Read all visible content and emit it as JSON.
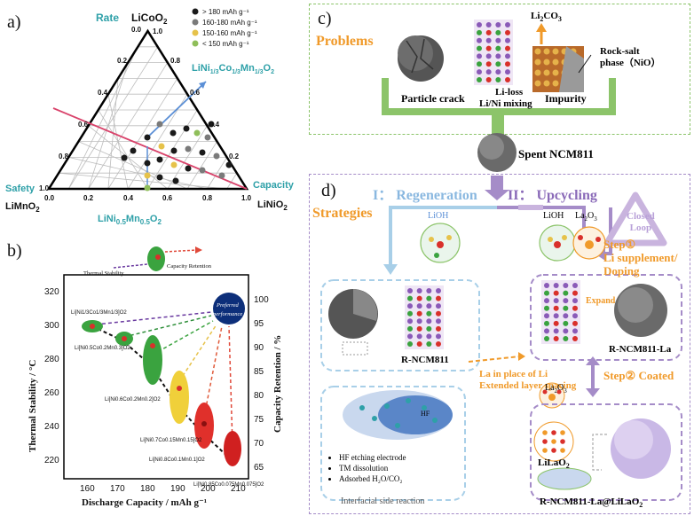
{
  "panel_a": {
    "label": "a)",
    "vertex_top_label": "Rate",
    "vertex_top_formula": "LiCoO",
    "vertex_top_sub": "2",
    "vertex_left_label": "Safety",
    "vertex_left_formula": "LiMnO",
    "vertex_left_sub": "2",
    "vertex_right_label": "Capacity",
    "vertex_right_formula": "LiNiO",
    "vertex_right_sub": "2",
    "bottom_formula": "LiNi",
    "bottom_sub1": "0.5",
    "bottom_mid": "Mn",
    "bottom_sub2": "0.5",
    "bottom_end": "O",
    "bottom_sub3": "2",
    "ncm_formula": "LiNi",
    "ncm_sub1": "1/3",
    "ncm_co": "Co",
    "ncm_sub2": "1/3",
    "ncm_mn": "Mn",
    "ncm_sub3": "1/3",
    "ncm_o": "O",
    "ncm_sub4": "2",
    "legend": [
      {
        "text": "> 180 mAh g⁻¹",
        "color": "#1a1a1a"
      },
      {
        "text": "160-180 mAh g⁻¹",
        "color": "#7a7a7a"
      },
      {
        "text": "150-160 mAh g⁻¹",
        "color": "#e6c24a"
      },
      {
        "text": "< 150 mAh g⁻¹",
        "color": "#8fbe5a"
      }
    ],
    "ticks": [
      "0.0",
      "0.2",
      "0.4",
      "0.6",
      "0.8",
      "1.0"
    ]
  },
  "panel_b": {
    "label": "b)",
    "ylabel_left": "Thermal Stability / °C",
    "ylabel_right": "Capacity Retention / %",
    "xlabel": "Discharge Capacity / mAh g⁻¹",
    "x_ticks": [
      "160",
      "170",
      "180",
      "190",
      "200",
      "210"
    ],
    "y_left_ticks": [
      "220",
      "240",
      "260",
      "280",
      "300",
      "320"
    ],
    "y_right_ticks": [
      "65",
      "70",
      "75",
      "80",
      "85",
      "90",
      "95",
      "100"
    ],
    "legend_thermal": "Thermal Stability",
    "legend_capacity": "Capacity Retention",
    "preferred": "Preferred",
    "performance": "performance",
    "materials": [
      "Li[Ni1/3Co1/3Mn1/3]O2",
      "Li[Ni0.5Co0.2Mn0.3]O2",
      "Li[Ni0.6Co0.2Mn0.2]O2",
      "Li[Ni0.7Co0.15Mn0.15]O2",
      "Li[Ni0.8Co0.1Mn0.1]O2",
      "Li[Ni0.85Co0.075Mn0.075]O2"
    ]
  },
  "panel_c": {
    "label": "c)",
    "title": "Problems",
    "particle_crack": "Particle crack",
    "li_loss": "Li-loss",
    "li_ni": "Li/Ni mixing",
    "impurity": "Impurity",
    "li2co3": "Li",
    "li2co3_sub": "2",
    "li2co3_end": "CO",
    "li2co3_sub2": "3",
    "rock_salt": "Rock-salt",
    "rock_salt2": "phase（NiO）",
    "spent": "Spent NCM811"
  },
  "panel_d": {
    "label": "d)",
    "strategies": "Strategies",
    "regen": "I： Regeneration",
    "upcycle": "II： Upcycling",
    "closed": "Closed",
    "loop": "Loop",
    "lioh": "LiOH",
    "lioh2": "LiOH",
    "la2o3": "La",
    "la2o3_sub": "2",
    "la2o3_end": "O",
    "la2o3_sub2": "3",
    "step1": "Step① ",
    "step1b": "Li supplement/",
    "step1c": "Doping",
    "expand": "Expand",
    "r_ncm811": "R-NCM811",
    "r_ncm811_la": "R-NCM811-La",
    "la_place": "La in place of Li",
    "extended": "Extended layer spacing",
    "step2": "Step② Coated",
    "la2o3b": "La",
    "la2o3b_sub": "2",
    "la2o3b_end": "O",
    "la2o3b_sub2": "3",
    "lilao2": "LiLaO",
    "lilao2_sub": "2",
    "bullet1": "HF etching electrode",
    "bullet2": "TM dissolution",
    "bullet3": "Adsorbed H₂O/CO₂",
    "hf": "HF",
    "interfacial": "Interfacial side reaction",
    "final": "R-NCM811-La@LiLaO",
    "final_sub": "2"
  }
}
